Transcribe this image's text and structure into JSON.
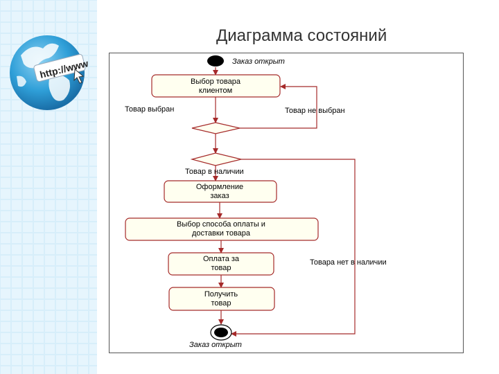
{
  "slide": {
    "title": "Диаграмма состояний"
  },
  "diagram": {
    "start_label": "Заказ открыт",
    "end_label": "Заказ открыт",
    "states": [
      {
        "id": "select",
        "line1": "Выбор товара",
        "line2": "клиентом"
      },
      {
        "id": "order",
        "line1": "Оформление",
        "line2": "заказ"
      },
      {
        "id": "payment",
        "line1": "Выбор способа оплаты и",
        "line2": "доставки товара"
      },
      {
        "id": "pay",
        "line1": "Оплата за",
        "line2": "товар"
      },
      {
        "id": "receive",
        "line1": "Получить",
        "line2": "товар"
      }
    ],
    "guards": {
      "selected": "Товар выбран",
      "not_selected": "Товар не выбран",
      "in_stock": "Товар в наличии",
      "out_of_stock": "Товара нет в наличии"
    }
  },
  "colors": {
    "state_fill": "#fffff0",
    "state_stroke": "#a52a2a",
    "diamond_fill": "#fffff0",
    "line": "#a52a2a",
    "node_fill": "#000000"
  }
}
